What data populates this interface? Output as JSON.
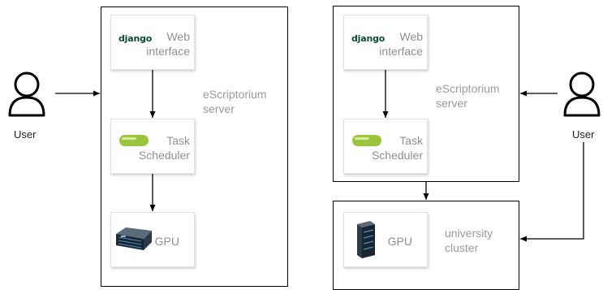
{
  "left": {
    "user_label": "User",
    "server_label_line1": "eScriptorium",
    "server_label_line2": "server",
    "web": {
      "logo": "django",
      "line1": "Web",
      "line2": "interface"
    },
    "task": {
      "line1": "Task",
      "line2": "Scheduler"
    },
    "gpu": {
      "line1": "GPU"
    }
  },
  "right": {
    "user_label": "User",
    "server_label_line1": "eScriptorium",
    "server_label_line2": "server",
    "web": {
      "logo": "django",
      "line1": "Web",
      "line2": "interface"
    },
    "task": {
      "line1": "Task",
      "line2": "Scheduler"
    },
    "cluster_label_line1": "university",
    "cluster_label_line2": "cluster",
    "gpu": {
      "line1": "GPU"
    }
  },
  "icons": {
    "user": "user-icon",
    "celery": "celery-icon",
    "gpu_left": "gpu-server-icon",
    "gpu_right": "rack-server-icon"
  },
  "colors": {
    "celery_green": "#9bc53d",
    "django_green": "#0c4b33",
    "label_gray": "#8f8f8f"
  }
}
